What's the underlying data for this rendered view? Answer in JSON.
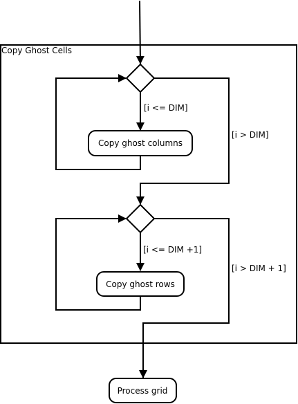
{
  "diagram": {
    "type": "uml-activity",
    "region_label": "Copy Ghost Cells",
    "actions": {
      "copy_columns": "Copy ghost columns",
      "copy_rows": "Copy ghost rows",
      "process_grid": "Process grid"
    },
    "guards": {
      "loop1_continue": "[i <= DIM]",
      "loop1_exit": "[i > DIM]",
      "loop2_continue": "[i <= DIM +1]",
      "loop2_exit": "[i > DIM + 1]"
    }
  }
}
